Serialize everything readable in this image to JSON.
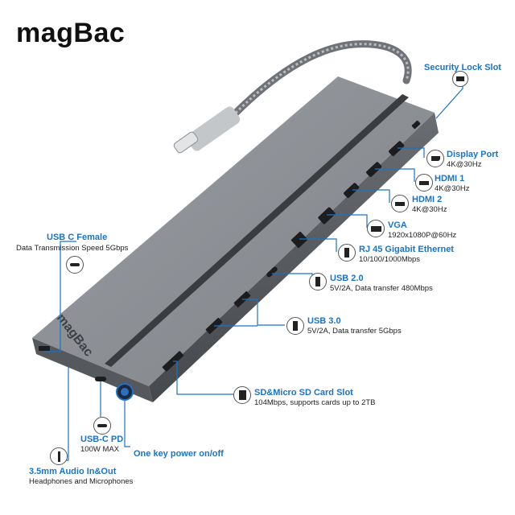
{
  "brand": {
    "name_part1": "mag",
    "name_part2": "Bac"
  },
  "colors": {
    "accent": "#1a73c9",
    "device": "#8a8d91",
    "device_dark": "#5b5e62"
  },
  "ports_right": [
    {
      "id": "security",
      "title": "Security Lock Slot",
      "spec": "",
      "icon": "lock-slot-icon"
    },
    {
      "id": "dp",
      "title": "Display Port",
      "spec": "4K@30Hz",
      "icon": "displayport-icon"
    },
    {
      "id": "hdmi1",
      "title": "HDMI 1",
      "spec": "4K@30Hz",
      "icon": "hdmi-icon"
    },
    {
      "id": "hdmi2",
      "title": "HDMI 2",
      "spec": "4K@30Hz",
      "icon": "hdmi-icon"
    },
    {
      "id": "vga",
      "title": "VGA",
      "spec": "1920x1080P@60Hz",
      "icon": "vga-icon"
    },
    {
      "id": "rj45",
      "title": "RJ 45 Gigabit Ethernet",
      "spec": "10/100/1000Mbps",
      "icon": "ethernet-icon"
    },
    {
      "id": "usb2",
      "title": "USB 2.0",
      "spec": "5V/2A, Data transfer 480Mbps",
      "icon": "usb-icon"
    },
    {
      "id": "usb3",
      "title": "USB 3.0",
      "spec": "5V/2A, Data transfer 5Gbps",
      "icon": "usb-icon"
    },
    {
      "id": "sd",
      "title": "SD&Micro SD Card Slot",
      "spec": "104Mbps, supports cards up to 2TB",
      "icon": "sd-card-icon"
    }
  ],
  "ports_left": [
    {
      "id": "usbc_female",
      "title": "USB C Female",
      "spec": "Data Transmission Speed 5Gbps",
      "icon": "usb-c-icon"
    },
    {
      "id": "usbc_pd",
      "title": "USB-C PD",
      "spec": "100W MAX",
      "icon": "usb-c-icon"
    },
    {
      "id": "power",
      "title": "One key power on/off",
      "spec": "",
      "icon": "power-icon"
    },
    {
      "id": "audio",
      "title": "3.5mm Audio In&Out",
      "spec": "Headphones and Microphones",
      "icon": "audio-jack-icon"
    }
  ],
  "device_text": {
    "logo": "magBac"
  }
}
